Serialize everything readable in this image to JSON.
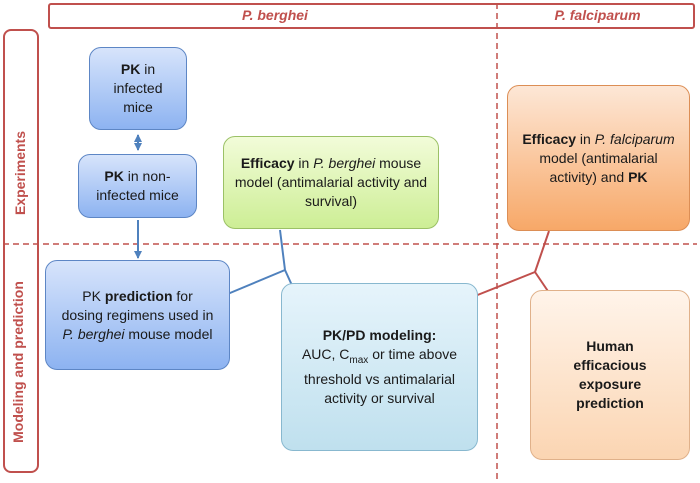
{
  "header": {
    "col1": "P. berghei",
    "col2": "P. falciparum"
  },
  "rows": {
    "top": "Experiments",
    "bottom": "Modeling and prediction"
  },
  "boxes": {
    "pk_infected": {
      "b": "PK",
      "rest": " in infected mice"
    },
    "pk_noninfected": {
      "b": "PK",
      "rest": " in non-infected mice"
    },
    "efficacy_berghei": {
      "b": "Efficacy",
      "mid": " in ",
      "i": "P. berghei",
      "rest": " mouse model (antimalarial activity and survival)"
    },
    "efficacy_falciparum": {
      "b": "Efficacy",
      "mid": " in ",
      "i": "P. falciparum",
      "rest": " model (antimalarial activity) and ",
      "b2": "PK"
    },
    "pk_prediction": {
      "pre": "PK ",
      "b": "prediction",
      "rest": " for dosing regimens used in ",
      "i": "P. berghei",
      "post": " mouse model"
    },
    "pkpd": {
      "b": "PK/PD modeling:",
      "l1": "AUC, C",
      "sub": "max",
      "l2": " or time above threshold  vs antimalarial activity or survival"
    },
    "human": {
      "b": "Human efficacious exposure prediction"
    }
  },
  "colors": {
    "accent": "#c0504d",
    "blue_arrow": "#4f81bd"
  }
}
